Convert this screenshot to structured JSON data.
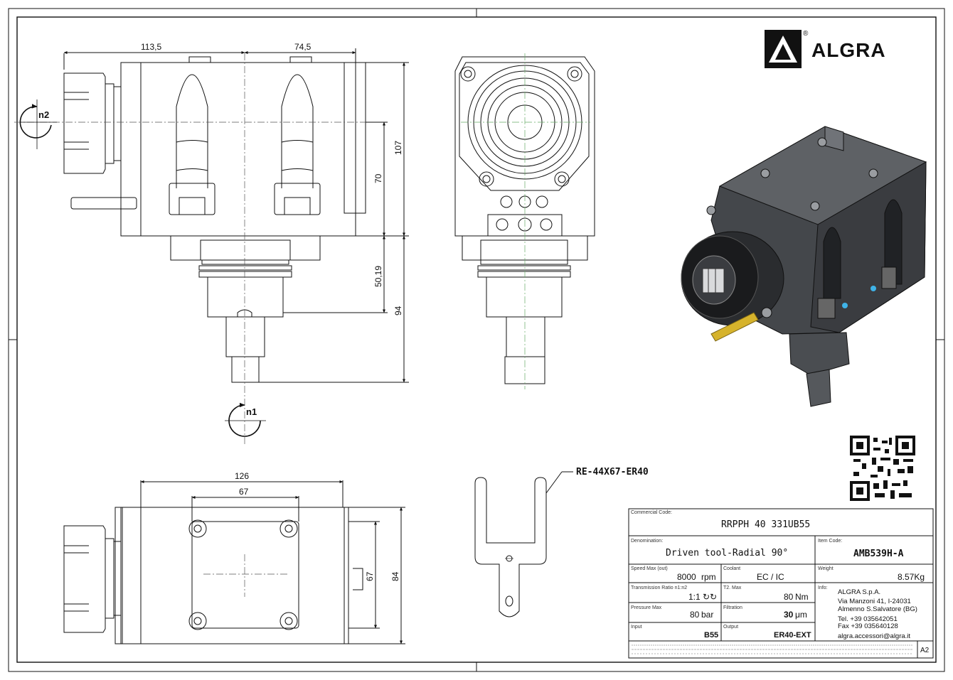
{
  "brand": {
    "name": "ALGRA",
    "mark": "®"
  },
  "dimensions": {
    "side": {
      "left_width": "113,5",
      "right_width": "74,5",
      "height_107": "107",
      "height_70": "70",
      "height_50": "50,19",
      "height_94": "94"
    },
    "bottom": {
      "width_126": "126",
      "width_67": "67",
      "height_67": "67",
      "height_84": "84"
    }
  },
  "rotation": {
    "n1": "n1",
    "n2": "n2"
  },
  "part_callout": "RE-44X67-ER40",
  "title_block": {
    "commercial_code_label": "Commercial Code:",
    "commercial_code": "RRPPH 40 331UB55",
    "denomination_label": "Denomination:",
    "denomination": "Driven tool-Radial 90°",
    "item_code_label": "Item Code:",
    "item_code": "AMB539H-A",
    "speed_label": "Speed Max (out)",
    "speed_value": "8000",
    "speed_unit": "rpm",
    "coolant_label": "Coolant",
    "coolant_value": "EC / IC",
    "weight_label": "Weight",
    "weight_value": "8.57Kg",
    "ratio_label": "Transmission Ratio n1:n2",
    "ratio_value": "1:1",
    "ratio_symbol": "↻↻",
    "torque_label": "T2. Max",
    "torque_value": "80",
    "torque_unit": "Nm",
    "info_label": "Info:",
    "pressure_label": "Pressure Max",
    "pressure_value": "80",
    "pressure_unit": "bar",
    "filtration_label": "Filtration",
    "filtration_value": "30",
    "filtration_unit": "μm",
    "input_label": "Input",
    "input_value": "B55",
    "output_label": "Output",
    "output_value": "ER40-EXT",
    "company": "ALGRA S.p.A.",
    "address1": "Via Manzoni 41, I-24031",
    "address2": "Almenno S.Salvatore (BG)",
    "tel": "Tel. +39 035642051",
    "fax": "Fax +39 035640128",
    "email": "algra.accessori@algra.it",
    "sheet_size": "A2"
  }
}
